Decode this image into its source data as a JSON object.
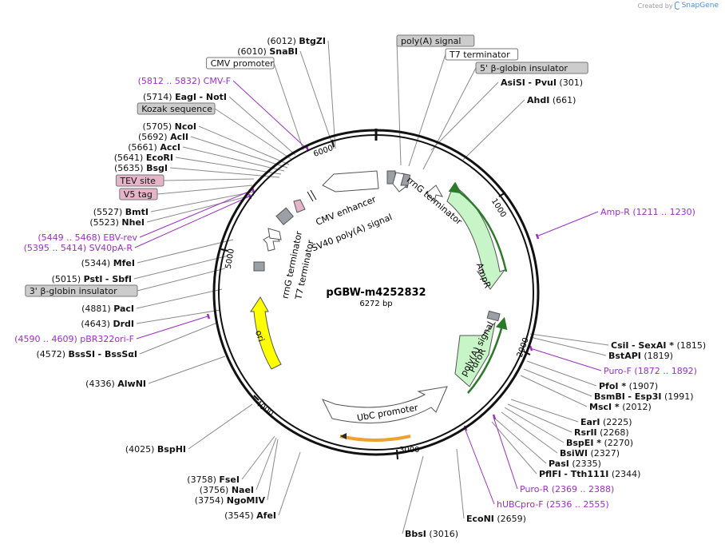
{
  "credit": {
    "prefix": "Created by",
    "brand": "SnapGene"
  },
  "map": {
    "name": "pGBW-m4252832",
    "size": "6272 bp",
    "length": 6272,
    "colors": {
      "enzyme": "#111111",
      "primer": "#9b2fc4",
      "feature_green": "#c8f5c8",
      "feature_yellow": "#ffff00",
      "feature_white": "#ffffff",
      "gray_box": "#cccccc",
      "pink_box": "#e6b4c8",
      "orf_dark": "#2a7a2a",
      "orf_orange": "#f0a030"
    },
    "ticks": [
      "1000",
      "2000",
      "3000",
      "4000",
      "5000",
      "6000"
    ],
    "features_inner": [
      {
        "label": "CMV enhancer",
        "icon": "arrow-ccw"
      },
      {
        "label": "SV40 poly(A) signal",
        "icon": "box"
      },
      {
        "label": "rrnG terminator",
        "icon": "arrow"
      },
      {
        "label": "rrnG terminator",
        "icon": "arrow"
      },
      {
        "label": "T7 terminator",
        "icon": "arrow"
      },
      {
        "label": "AmpR",
        "icon": "arrow"
      },
      {
        "label": "poly(A) signal",
        "icon": "box"
      },
      {
        "label": "PuroR",
        "icon": "arrow"
      },
      {
        "label": "UbC promoter",
        "icon": "arrow"
      },
      {
        "label": "ori",
        "icon": "arrow"
      }
    ],
    "labels": [
      {
        "id": "btgzi",
        "pos": "(6012)",
        "name": "BtgZI"
      },
      {
        "id": "snabi",
        "pos": "(6010)",
        "name": "SnaBI"
      },
      {
        "id": "cmvprom",
        "box": "CMV promoter"
      },
      {
        "id": "cmvf",
        "primer": "(5812 .. 5832)  CMV-F"
      },
      {
        "id": "eagi",
        "pos": "(5714)",
        "name": "EagI",
        "extra": "- NotI"
      },
      {
        "id": "kozak",
        "box": "Kozak sequence"
      },
      {
        "id": "ncoi",
        "pos": "(5705)",
        "name": "NcoI"
      },
      {
        "id": "acli",
        "pos": "(5692)",
        "name": "AclI"
      },
      {
        "id": "acci",
        "pos": "(5661)",
        "name": "AccI"
      },
      {
        "id": "ecori",
        "pos": "(5641)",
        "name": "EcoRI"
      },
      {
        "id": "bsgi",
        "pos": "(5635)",
        "name": "BsgI"
      },
      {
        "id": "tev",
        "box": "TEV site"
      },
      {
        "id": "v5",
        "box": "V5 tag"
      },
      {
        "id": "bmti",
        "pos": "(5527)",
        "name": "BmtI"
      },
      {
        "id": "nhei",
        "pos": "(5523)",
        "name": "NheI"
      },
      {
        "id": "ebvrev",
        "primer": "(5449 .. 5468)  EBV-rev"
      },
      {
        "id": "sv40par",
        "primer": "(5395 .. 5414)  SV40pA-R"
      },
      {
        "id": "mfei",
        "pos": "(5344)",
        "name": "MfeI"
      },
      {
        "id": "psti",
        "pos": "(5015)",
        "name": "PstI",
        "extra": "- SbfI"
      },
      {
        "id": "bglobin3",
        "box": "3' β-globin insulator"
      },
      {
        "id": "paci",
        "pos": "(4881)",
        "name": "PacI"
      },
      {
        "id": "drdi",
        "pos": "(4643)",
        "name": "DrdI"
      },
      {
        "id": "pbr322",
        "primer": "(4590 .. 4609)  pBR322ori-F"
      },
      {
        "id": "bsssi",
        "pos": "(4572)",
        "name": "BssSI",
        "extra": "- BssSαI"
      },
      {
        "id": "alwni",
        "pos": "(4336)",
        "name": "AlwNI"
      },
      {
        "id": "bsphi",
        "pos": "(4025)",
        "name": "BspHI"
      },
      {
        "id": "fsei",
        "pos": "(3758)",
        "name": "FseI"
      },
      {
        "id": "naei",
        "pos": "(3756)",
        "name": "NaeI"
      },
      {
        "id": "ngomiv",
        "pos": "(3754)",
        "name": "NgoMIV"
      },
      {
        "id": "afei",
        "pos": "(3545)",
        "name": "AfeI"
      },
      {
        "id": "bbsi",
        "name": "BbsI",
        "pos": "(3016)"
      },
      {
        "id": "econi",
        "name": "EcoNI",
        "pos": "(2659)"
      },
      {
        "id": "polya",
        "box": "poly(A) signal"
      },
      {
        "id": "t7term",
        "box": "T7 terminator"
      },
      {
        "id": "bglobin5",
        "box": "5' β-globin insulator"
      },
      {
        "id": "asisi",
        "name": "AsiSI",
        "extra": "- PvuI",
        "pos": "(301)"
      },
      {
        "id": "ahdi",
        "name": "AhdI",
        "pos": "(661)"
      },
      {
        "id": "ampr",
        "primer": "Amp-R     (1211 .. 1230)"
      },
      {
        "id": "csii",
        "name": "CsiI",
        "extra": "- SexAI *",
        "pos": "(1815)"
      },
      {
        "id": "bstapi",
        "name": "BstAPI",
        "pos": "(1819)"
      },
      {
        "id": "purof",
        "primer": "Puro-F     (1872 .. 1892)"
      },
      {
        "id": "pfoi",
        "name": "PfoI *",
        "pos": "(1907)"
      },
      {
        "id": "bsmbi",
        "name": "BsmBI",
        "extra": "- Esp3I",
        "pos": "(1991)"
      },
      {
        "id": "msci",
        "name": "MscI *",
        "pos": "(2012)"
      },
      {
        "id": "eari",
        "name": "EarI",
        "pos": "(2225)"
      },
      {
        "id": "rsrii",
        "name": "RsrII",
        "pos": "(2268)"
      },
      {
        "id": "bspei",
        "name": "BspEI *",
        "pos": "(2270)"
      },
      {
        "id": "bsiwi",
        "name": "BsiWI",
        "pos": "(2327)"
      },
      {
        "id": "pasi",
        "name": "PasI",
        "pos": "(2335)"
      },
      {
        "id": "pflfi",
        "name": "PflFI",
        "extra": "- Tth111I",
        "pos": "(2344)"
      },
      {
        "id": "puror",
        "primer": "Puro-R    (2369 .. 2388)"
      },
      {
        "id": "hubc",
        "primer": "hUBCpro-F    (2536 .. 2555)"
      }
    ]
  }
}
